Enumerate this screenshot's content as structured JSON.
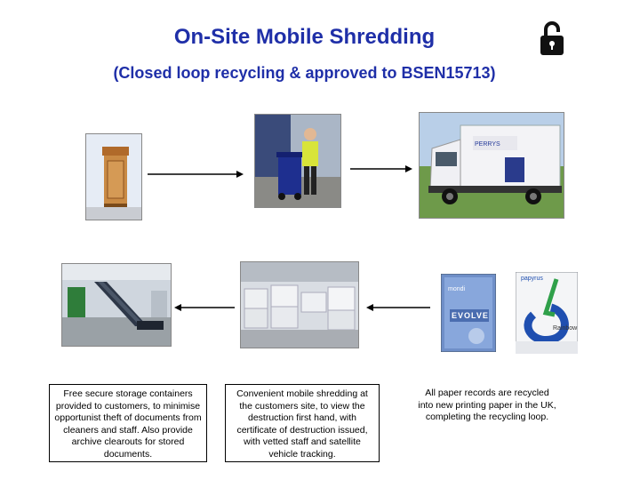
{
  "header": {
    "title": "On-Site Mobile Shredding",
    "subtitle": "(Closed loop recycling & approved to BSEN15713)"
  },
  "icons": {
    "lock": "open-padlock-icon"
  },
  "colors": {
    "title": "#1f2fa8",
    "truck_body": "#f3f3f6",
    "bin": "#2a3b8c"
  },
  "captions": {
    "storage": "Free secure storage containers provided to customers, to minimise opportunist theft of documents from cleaners and staff. Also provide archive clearouts for stored documents.",
    "mobile": "Convenient mobile shredding at the customers site, to view the destruction first hand, with certificate of destruction issued, with vetted staff and satellite vehicle tracking.",
    "recycle": "All paper records are recycled into new printing paper in the UK, completing the recycling loop."
  },
  "products": {
    "evolve": "EVOLVE",
    "evolve_brand": "mondi",
    "rainbow": "Rainbow",
    "rainbow_brand": "papyrus"
  }
}
